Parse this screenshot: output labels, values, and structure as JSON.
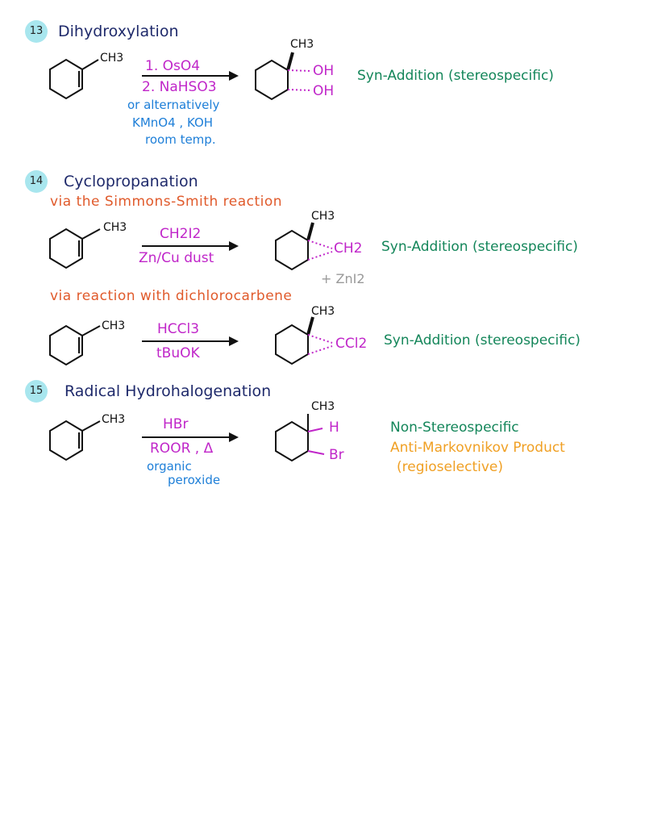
{
  "sections": [
    {
      "number": "13",
      "title": "Dihydroxylation",
      "reactant_label": "CH3",
      "reagents_top": "1. OsO4",
      "reagents_bottom": "2. NaHSO3",
      "alt_line1": "or alternatively",
      "alt_line2": "KMnO4 , KOH",
      "alt_line3": "room temp.",
      "product_top": "CH3",
      "product_sub1": "OH",
      "product_sub2": "OH",
      "note": "Syn-Addition (stereospecific)"
    },
    {
      "number": "14",
      "title": "Cyclopropanation",
      "method1": "via the Simmons-Smith reaction",
      "reactant_label": "CH3",
      "reagent1_top": "CH2I2",
      "reagent1_bottom": "Zn/Cu dust",
      "product1_top": "CH3",
      "product1_sub": "CH2",
      "note1": "Syn-Addition (stereospecific)",
      "byproduct": "+ ZnI2",
      "method2": "via reaction with dichlorocarbene",
      "reagent2_top": "HCCl3",
      "reagent2_bottom": "tBuOK",
      "product2_top": "CH3",
      "product2_sub": "CCl2",
      "note2": "Syn-Addition (stereospecific)"
    },
    {
      "number": "15",
      "title": "Radical Hydrohalogenation",
      "reactant_label": "CH3",
      "reagent_top": "HBr",
      "reagent_bottom": "ROOR , Δ",
      "reagent_note1": "organic",
      "reagent_note2": "peroxide",
      "product_top": "CH3",
      "product_sub1": "H",
      "product_sub2": "Br",
      "note1": "Non-Stereospecific",
      "note2": "Anti-Markovnikov Product",
      "note3": "(regioselective)"
    }
  ],
  "colors": {
    "heading": "#1f2a6b",
    "reagent": "#c026c9",
    "alt": "#1e7fd8",
    "note_green": "#14865a",
    "note_orange": "#f0a024",
    "method": "#e05a2b",
    "badge": "#a8e6ee"
  }
}
